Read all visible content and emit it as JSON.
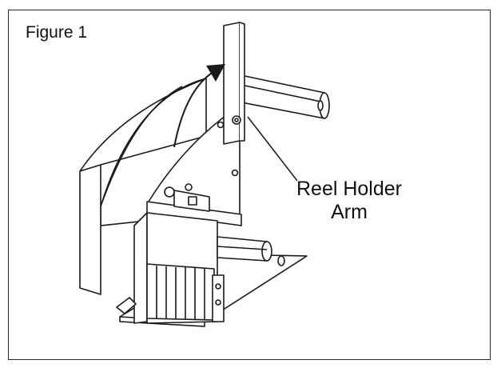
{
  "figure": {
    "title": "Figure 1",
    "callout_line1": "Reel Holder",
    "callout_line2": "Arm"
  },
  "colors": {
    "line": "#1a1a1a",
    "frame": "#2a2a2a",
    "background": "#ffffff"
  }
}
